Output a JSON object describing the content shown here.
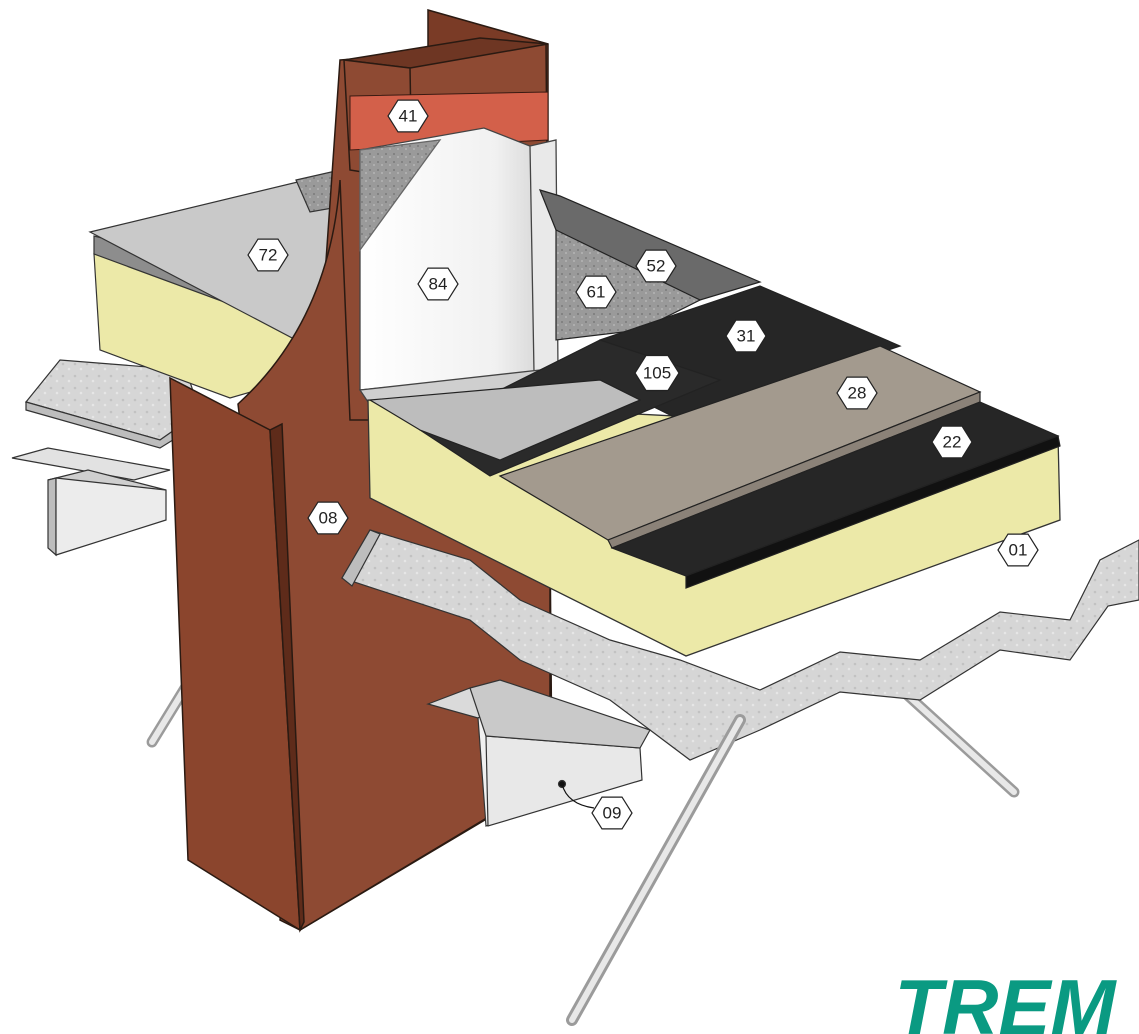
{
  "labels": {
    "l41": "41",
    "l72": "72",
    "l84": "84",
    "l52": "52",
    "l61": "61",
    "l31": "31",
    "l105": "105",
    "l28": "28",
    "l22": "22",
    "l08": "08",
    "l01": "01",
    "l09": "09"
  },
  "logo": {
    "text": "TREM",
    "color": "#0a9a82"
  },
  "colors": {
    "steel_column": "#8e4a33",
    "steel_dark": "#6e3623",
    "insulation": "#ece9a8",
    "membrane_black": "#262626",
    "ballast_grey": "#a39a8e",
    "deck_galvanized": "#d4d4d4",
    "upstand_white": "#f2f2f2",
    "flashing_red": "#d3604a"
  }
}
